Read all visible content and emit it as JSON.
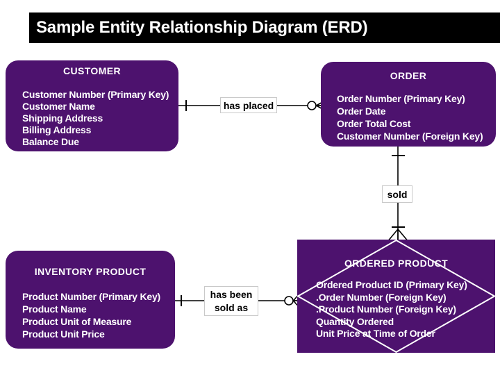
{
  "title_bar": {
    "text": "Sample Entity Relationship Diagram (ERD)"
  },
  "colors": {
    "background": "#ffffff",
    "title_bar_bg": "#000000",
    "title_bar_text": "#ffffff",
    "entity_fill": "#4D126E",
    "entity_text": "#ffffff",
    "connector_line": "#000000",
    "diamond_outline": "#ffffff",
    "label_bg": "#ffffff",
    "label_border": "#c9c9c9",
    "label_text": "#000000"
  },
  "entities": {
    "customer": {
      "title": "CUSTOMER",
      "attributes": [
        "Customer Number (Primary Key)",
        "Customer Name",
        "Shipping Address",
        "Billing Address",
        "Balance Due"
      ]
    },
    "order": {
      "title": "ORDER",
      "attributes": [
        "Order Number (Primary Key)",
        "Order Date",
        "Order Total Cost",
        "Customer Number (Foreign Key)"
      ]
    },
    "inventory_product": {
      "title": "INVENTORY PRODUCT",
      "attributes": [
        "Product Number (Primary Key)",
        "Product Name",
        "Product Unit of Measure",
        "Product Unit Price"
      ]
    },
    "ordered_product": {
      "title": "ORDERED PRODUCT",
      "attributes": [
        "Ordered Product ID (Primary Key)",
        ".Order Number (Foreign Key)",
        ".Product Number (Foreign Key)",
        "Quantity Ordered",
        "Unit Price at Time of Order"
      ]
    }
  },
  "relationships": {
    "has_placed": {
      "label": "has placed"
    },
    "sold": {
      "label": "sold"
    },
    "has_been_sold_as": {
      "line1": "has been",
      "line2": "sold as"
    }
  }
}
